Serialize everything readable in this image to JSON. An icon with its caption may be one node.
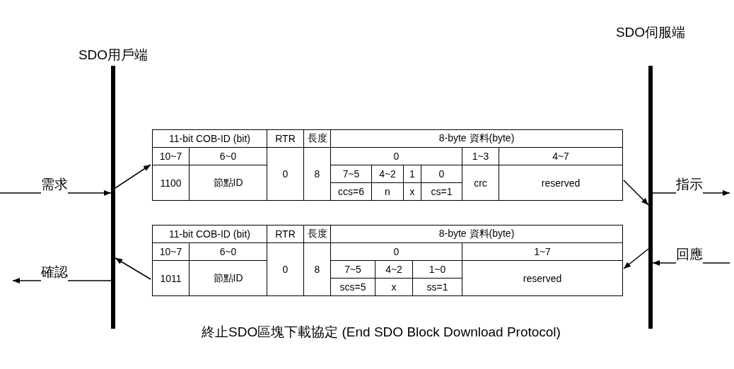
{
  "diagram": {
    "caption": "終止SDO區塊下載協定 (End SDO Block Download Protocol)",
    "nodes": [
      {
        "text": [
          "SDO用戶端"
        ]
      },
      {
        "text": [
          "SDO伺服端"
        ]
      },
      {
        "text": [
          "11-bit COB-ID (bit)",
          "RTR",
          "長度",
          "8-byte 資料(byte)",
          "10~7",
          "6~0",
          "0",
          "8",
          "0",
          "1~3",
          "4~7",
          "1100",
          "節點ID",
          "7~5",
          "4~2",
          "1",
          "0",
          "crc",
          "reserved",
          "ccs=6",
          "n",
          "x",
          "cs=1"
        ]
      },
      {
        "text": [
          "11-bit COB-ID (bit)",
          "RTR",
          "長度",
          "8-byte 資料(byte)",
          "10~7",
          "6~0",
          "0",
          "8",
          "0",
          "1~7",
          "1011",
          "節點ID",
          "7~5",
          "4~2",
          "1~0",
          "reserved",
          "scs=5",
          "x",
          "ss=1"
        ]
      }
    ],
    "edges": [
      {
        "from": null,
        "to": 0,
        "arrow": "to",
        "label": "需求"
      },
      {
        "from": 0,
        "to": 2,
        "arrow": "to"
      },
      {
        "from": 2,
        "to": 1,
        "arrow": "to"
      },
      {
        "from": 1,
        "to": null,
        "arrow": "to",
        "label": "指示"
      },
      {
        "from": null,
        "to": 1,
        "arrow": "to",
        "label": "回應"
      },
      {
        "from": 1,
        "to": 3,
        "arrow": "to"
      },
      {
        "from": 3,
        "to": 0,
        "arrow": "to"
      },
      {
        "from": 0,
        "to": null,
        "arrow": "to",
        "label": "確認"
      }
    ]
  }
}
